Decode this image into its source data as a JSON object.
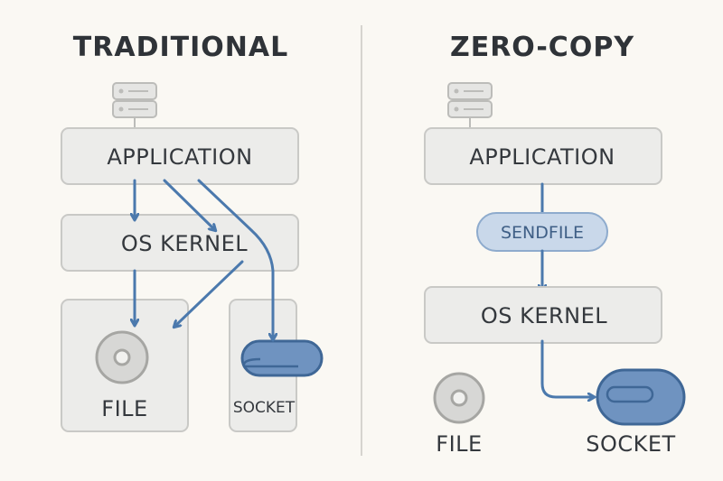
{
  "left": {
    "title": "TRADITIONAL",
    "application": "APPLICATION",
    "kernel": "OS KERNEL",
    "file": "FILE",
    "socket": "SOCKET"
  },
  "right": {
    "title": "ZERO-COPY",
    "application": "APPLICATION",
    "sendfile": "SENDFILE",
    "kernel": "OS KERNEL",
    "file": "FILE",
    "socket": "SOCKET"
  },
  "icons": [
    "server-icon",
    "disc-icon",
    "socket-icon"
  ],
  "colors": {
    "background": "#faf8f3",
    "box_fill": "#ececea",
    "arrow": "#4b79ad",
    "socket": "#6f93c0",
    "pill": "#c9d8ea"
  }
}
